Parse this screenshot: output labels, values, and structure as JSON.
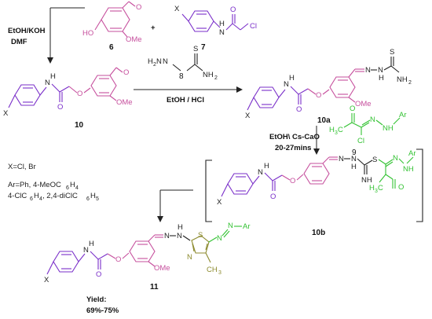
{
  "atoms": {
    "o": "O",
    "ome": "OMe",
    "ho": "HO",
    "nh": "N",
    "h": "H",
    "n": "N",
    "s": "S",
    "cl": "Cl",
    "x": "X",
    "plus": "+",
    "nh2": "NH",
    "sub2": "2",
    "h2n": "H",
    "ar": "Ar",
    "h3c": "H",
    "sub3": "3",
    "c": "C",
    "ch3": "CH",
    "hn": "HN",
    "nhn": "NH"
  },
  "compounds": {
    "c6": "6",
    "c7": "7",
    "c8": "8",
    "c9": "9",
    "c10": "10",
    "c10a": "10a",
    "c10b": "10b",
    "c11": "11"
  },
  "conditions": {
    "step1_line1": "EtOH/KOH",
    "step1_line2": "DMF",
    "step2": "EtOH / HCl",
    "step3_line1": "EtOH\\ Cs-CaO",
    "step3_line2": "20-27mins"
  },
  "notes": {
    "x_def": "X=Cl, Br",
    "ar_def_1": "Ar=Ph, 4-MeOC",
    "ar_def_1_sub6": "6",
    "ar_def_1_h": "H",
    "ar_def_1_sub4": "4",
    "ar_def_2": "4-ClC",
    "ar_def_2_b": "H",
    "ar_def_2_c": ", 2,4-diClC",
    "ar_def_2_d": "H",
    "ar_def_2_sub6": "6",
    "ar_def_2_sub4": "4",
    "ar_def_2_sub6b": "6",
    "ar_def_2_sub5": "5",
    "yield_label": "Yield:",
    "yield_value": "69%-75%"
  },
  "colors": {
    "pink": "#c64f9d",
    "purple": "#7a2fc9",
    "green": "#33c233",
    "olive": "#8c8a2e",
    "black": "#222222"
  }
}
